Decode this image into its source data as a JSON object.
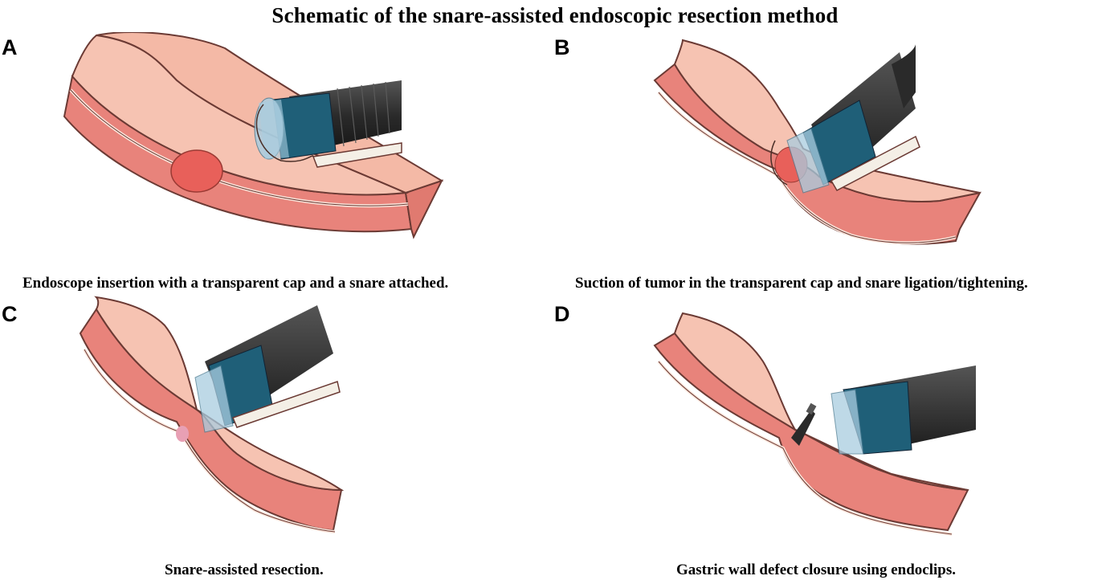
{
  "title": "Schematic of the snare-assisted endoscopic resection method",
  "panels": [
    {
      "letter": "A",
      "caption": "Endoscope insertion with a transparent cap and a snare attached."
    },
    {
      "letter": "B",
      "caption": "Suction of tumor in the transparent cap and snare ligation/tightening."
    },
    {
      "letter": "C",
      "caption": "Snare-assisted resection."
    },
    {
      "letter": "D",
      "caption": "Gastric wall defect closure using endoclips."
    }
  ],
  "colors": {
    "mucosa": "#f4b9a6",
    "muscle": "#e8837b",
    "outline": "#6b3a34",
    "tumor": "#e8605a",
    "scope": "#2a2a2a",
    "cap_blue": "#1f5f78",
    "cap_clear": "#a9cde0"
  }
}
